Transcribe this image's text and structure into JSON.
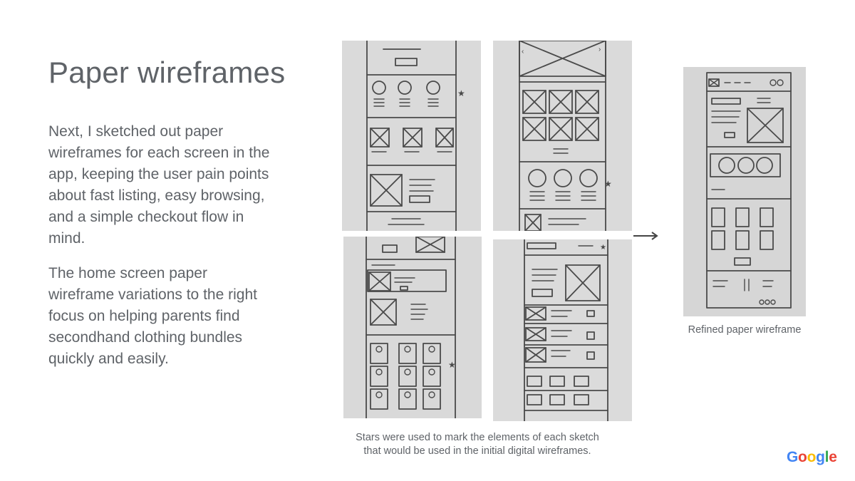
{
  "slide": {
    "title": "Paper wireframes",
    "paragraph_1": "Next, I sketched out paper wireframes for each screen in the app, keeping the user pain points about fast listing, easy browsing, and a simple checkout flow in mind.",
    "paragraph_2": "The home screen paper wireframe variations to the right focus on helping parents find secondhand clothing bundles quickly and easily."
  },
  "images": [
    {
      "name": "paper-sketch-1"
    },
    {
      "name": "paper-sketch-2"
    },
    {
      "name": "paper-sketch-3"
    },
    {
      "name": "paper-sketch-4"
    },
    {
      "name": "refined-paper-wireframe"
    }
  ],
  "captions": {
    "refined": "Refined paper wireframe",
    "stars_line_1": "Stars were used to mark the elements of each sketch",
    "stars_line_2": "that would be used in the initial digital wireframes."
  },
  "logo": {
    "letters": [
      "G",
      "o",
      "o",
      "g",
      "l",
      "e"
    ],
    "colors": [
      "#4285f4",
      "#ea4335",
      "#fbbc05",
      "#4285f4",
      "#34a853",
      "#ea4335"
    ]
  }
}
